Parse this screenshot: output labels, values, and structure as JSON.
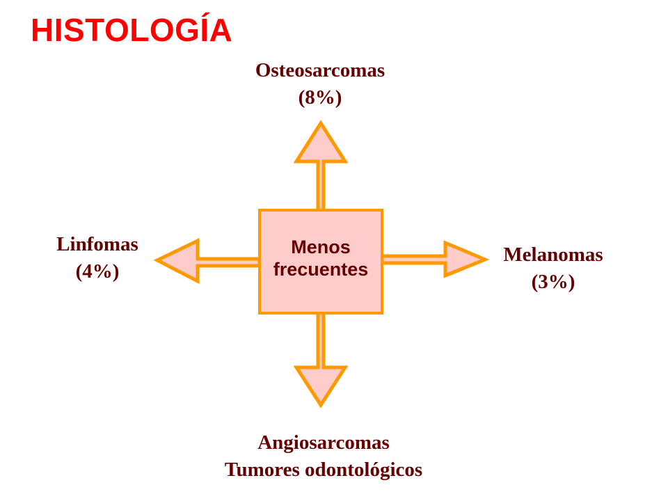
{
  "title": "HISTOLOGÍA",
  "center": {
    "line1": "Menos",
    "line2": "frecuentes"
  },
  "branches": {
    "top": {
      "line1": "Osteosarcomas",
      "line2": "(8%)"
    },
    "left": {
      "line1": "Linfomas",
      "line2": "(4%)"
    },
    "right": {
      "line1": "Melanomas",
      "line2": "(3%)"
    },
    "bottom": {
      "line1": "Angiosarcomas",
      "line2": "Tumores odontológicos"
    }
  },
  "colors": {
    "title": "#ff0000",
    "text": "#660000",
    "fill": "#ffcccc",
    "outline": "#ff9900"
  }
}
